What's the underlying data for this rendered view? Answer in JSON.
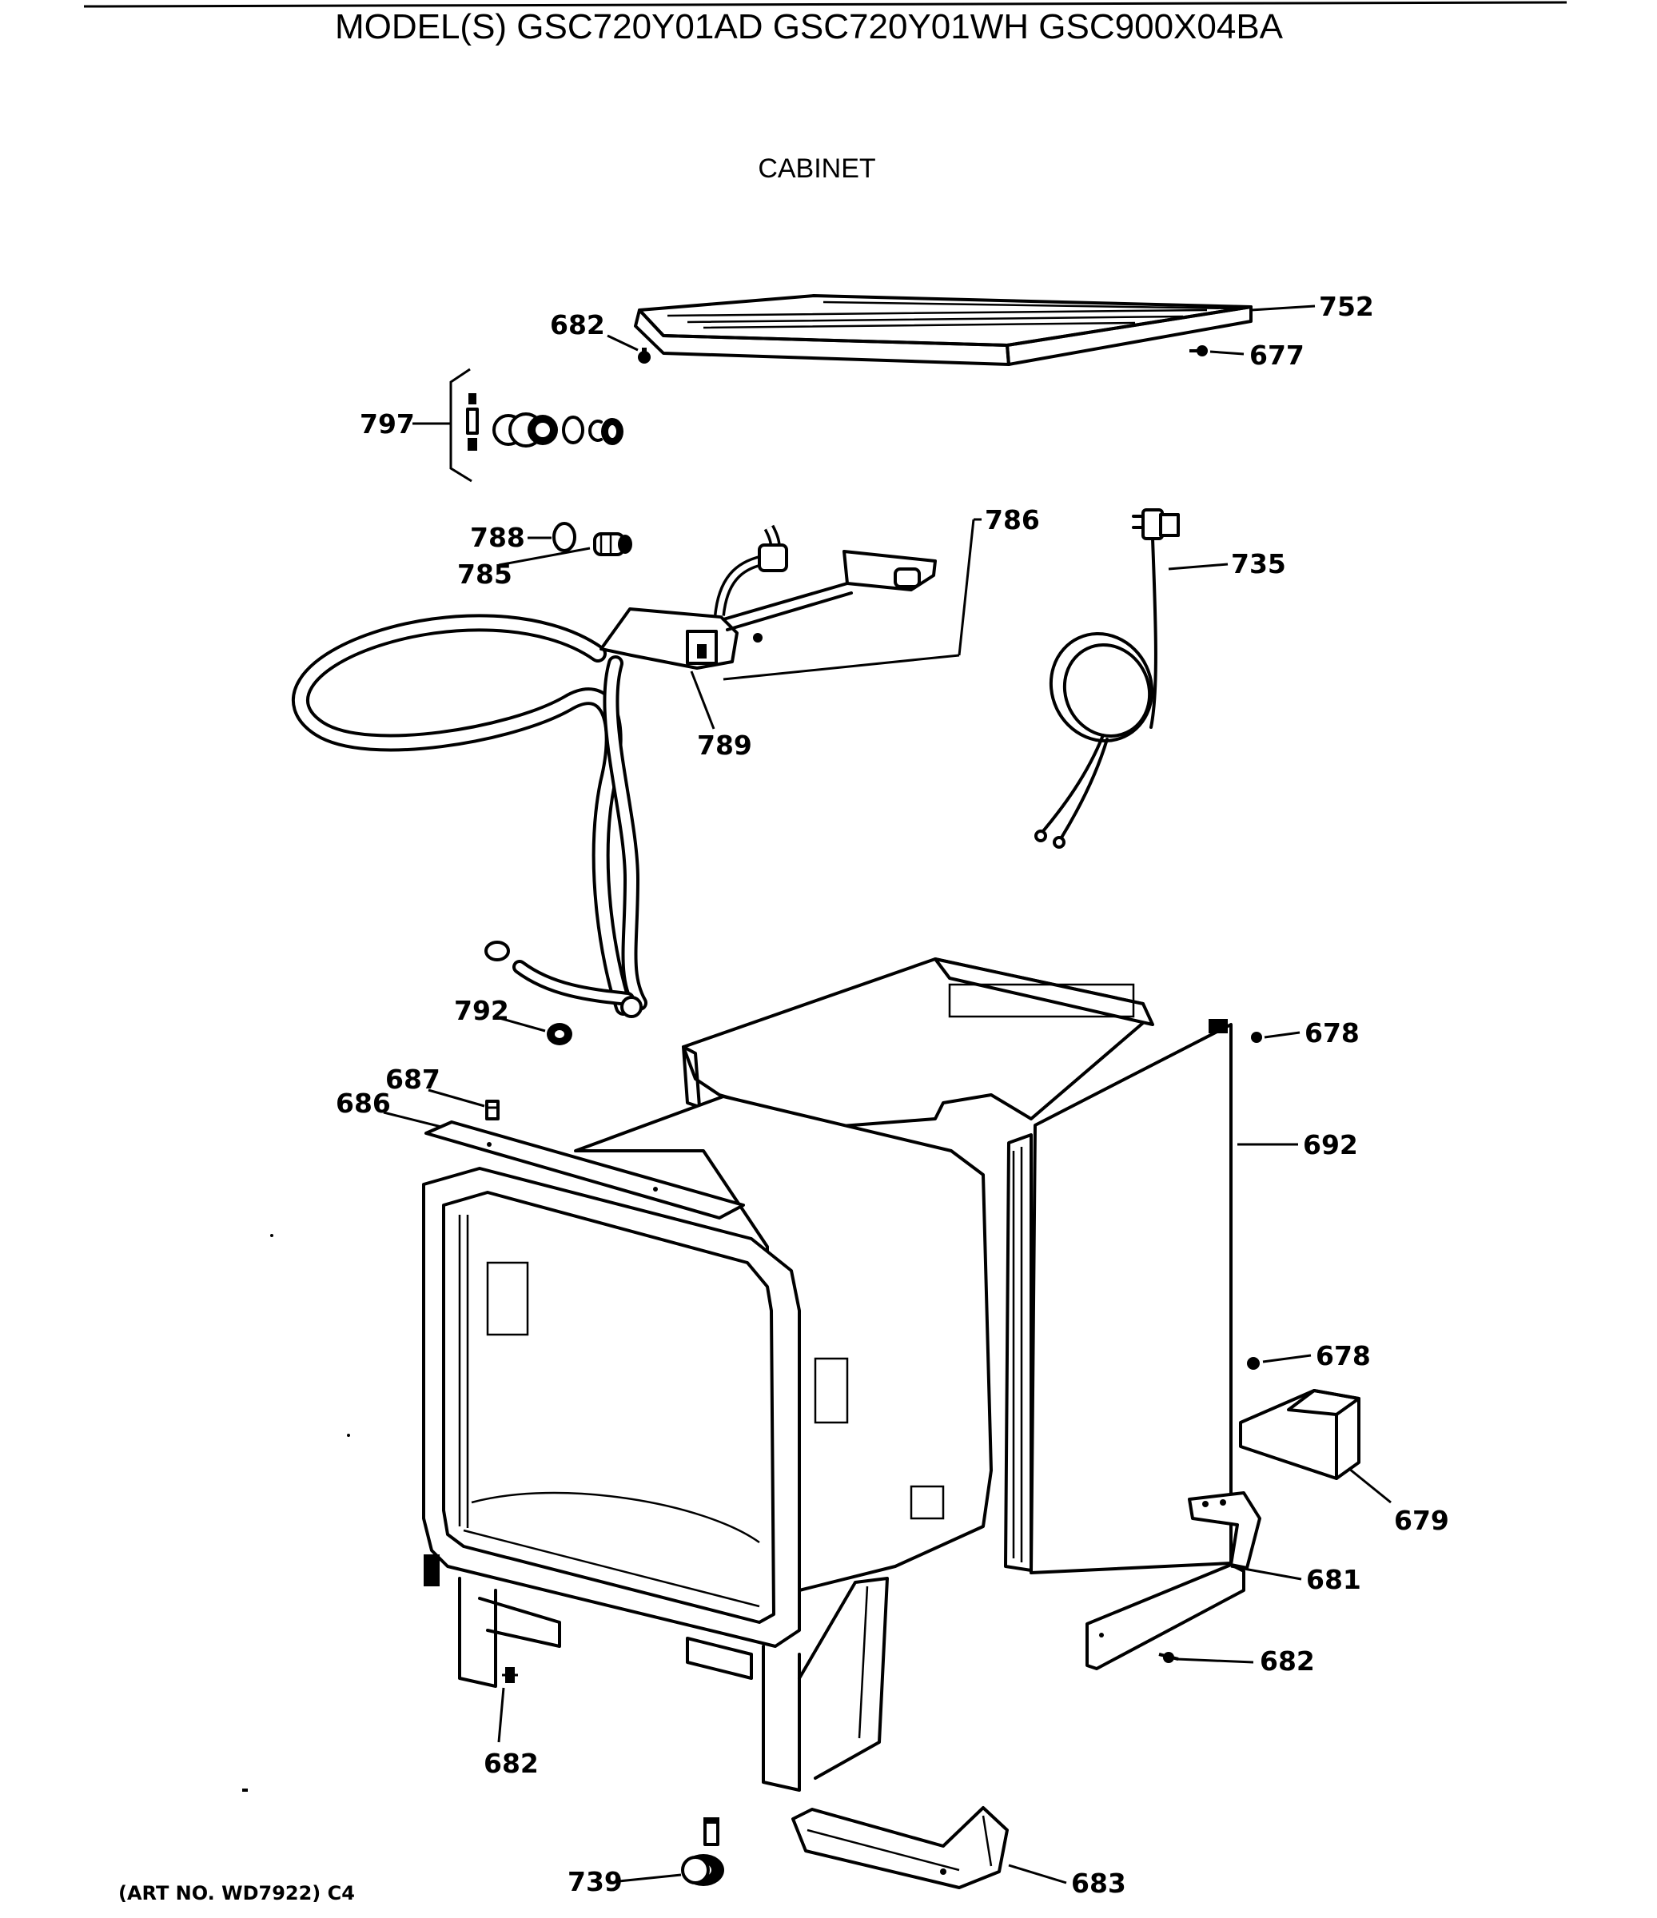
{
  "header": {
    "model_line": "MODEL(S) GSC720Y01AD  GSC720Y01WH  GSC900X04BA",
    "section_title": "CABINET"
  },
  "callouts": {
    "c752": "752",
    "c682_top": "682",
    "c677": "677",
    "c797": "797",
    "c788": "788",
    "c785": "785",
    "c786": "786",
    "c735": "735",
    "c789": "789",
    "c792": "792",
    "c678_top": "678",
    "c687": "687",
    "c686": "686",
    "c692": "692",
    "c678_mid": "678",
    "c679": "679",
    "c681": "681",
    "c682_right": "682",
    "c682_bottom": "682",
    "c739": "739",
    "c683": "683"
  },
  "footer": {
    "art_no": "(ART NO. WD7922) C4"
  }
}
